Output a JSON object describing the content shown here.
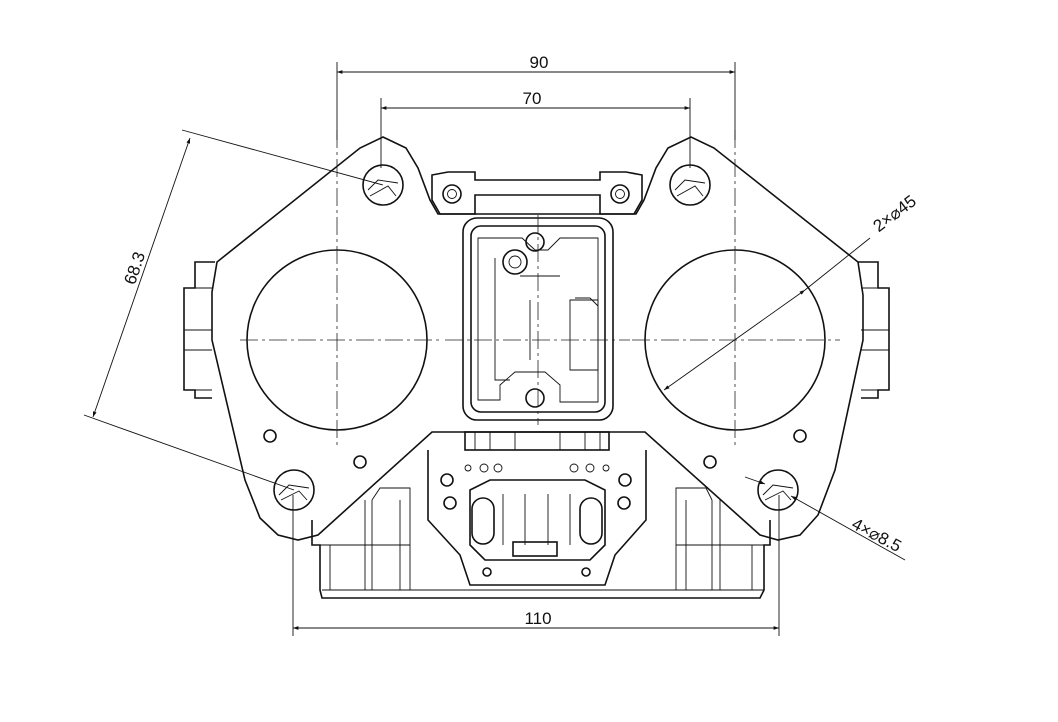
{
  "drawing": {
    "dimensions": {
      "width_top": "90",
      "width_inner": "70",
      "height_diag": "68.3",
      "bore_callout": "2×⌀45",
      "hole_callout": "4×⌀8.5",
      "width_bottom": "110"
    }
  }
}
